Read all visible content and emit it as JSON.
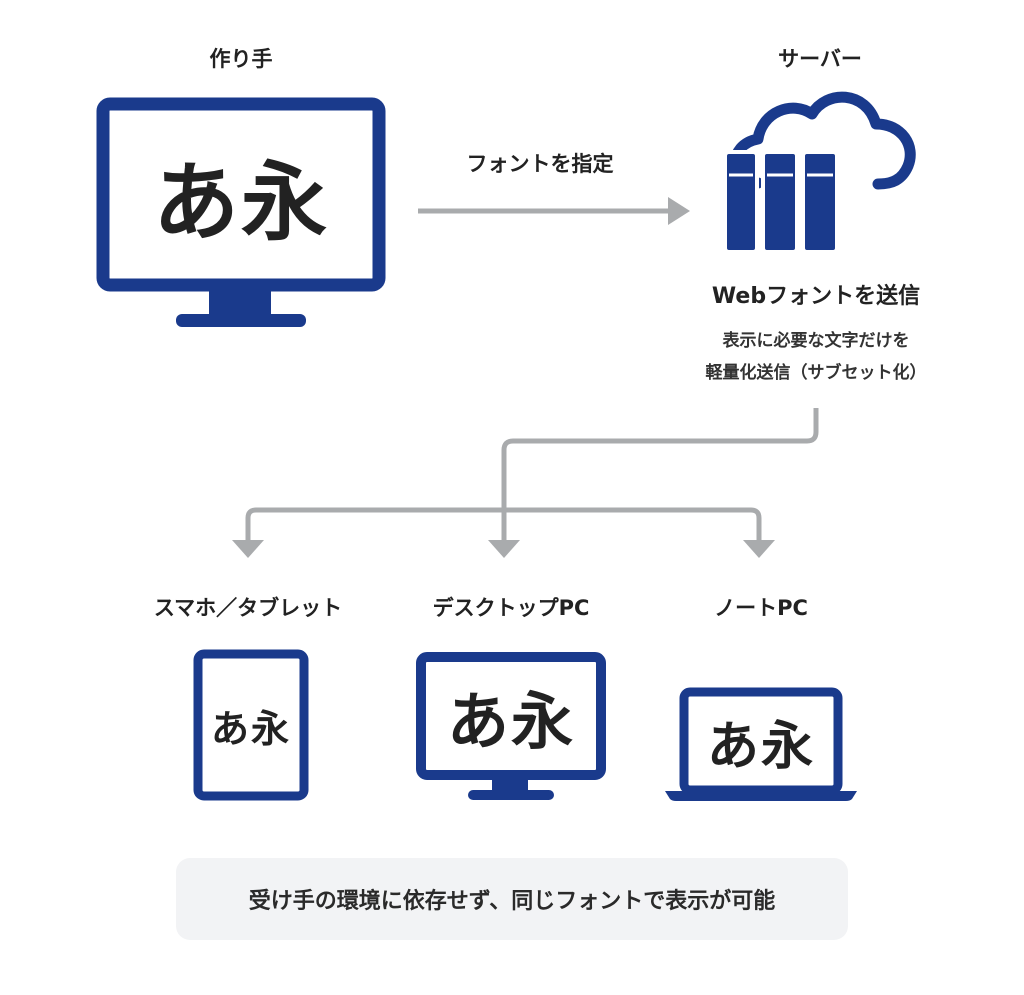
{
  "colors": {
    "device_blue": "#1a3a8c",
    "arrow_gray": "#a9abad",
    "note_bg": "#f2f3f5",
    "text": "#222222"
  },
  "creator": {
    "label": "作り手",
    "screen_text": "あ永",
    "icon": "desktop-monitor-icon"
  },
  "arrow_to_server": {
    "label": "フォントを指定"
  },
  "server": {
    "label": "サーバー",
    "icon": "cloud-server-icon",
    "send_label": "Webフォントを送信",
    "description_line1": "表示に必要な文字だけを",
    "description_line2": "軽量化送信（サブセット化）"
  },
  "receivers": [
    {
      "label": "スマホ／タブレット",
      "screen_text": "あ永",
      "icon": "tablet-icon"
    },
    {
      "label": "デスクトップPC",
      "screen_text": "あ永",
      "icon": "desktop-monitor-icon"
    },
    {
      "label": "ノートPC",
      "screen_text": "あ永",
      "icon": "laptop-icon"
    }
  ],
  "note": {
    "text": "受け手の環境に依存せず、同じフォントで表示が可能"
  }
}
